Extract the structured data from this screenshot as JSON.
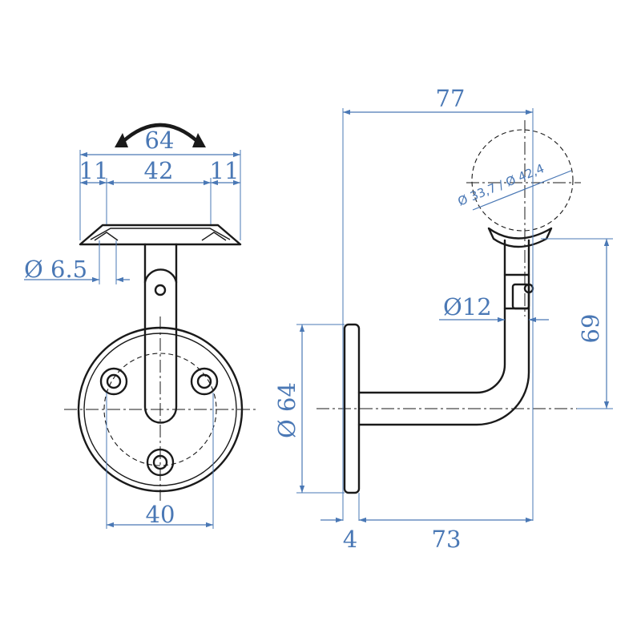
{
  "front_view": {
    "rotation_label": "64",
    "plate_slot_left": "11",
    "plate_span": "42",
    "plate_slot_right": "11",
    "hole_diameter": "Ø 6.5",
    "hole_spacing": "40"
  },
  "side_view": {
    "total_projection": "77",
    "rail_diameter": "Ø 33,7 / Ø 42,4",
    "rod_diameter": "Ø12",
    "height": "69",
    "base_diameter": "Ø 64",
    "base_thickness": "4",
    "arm_length": "73"
  }
}
